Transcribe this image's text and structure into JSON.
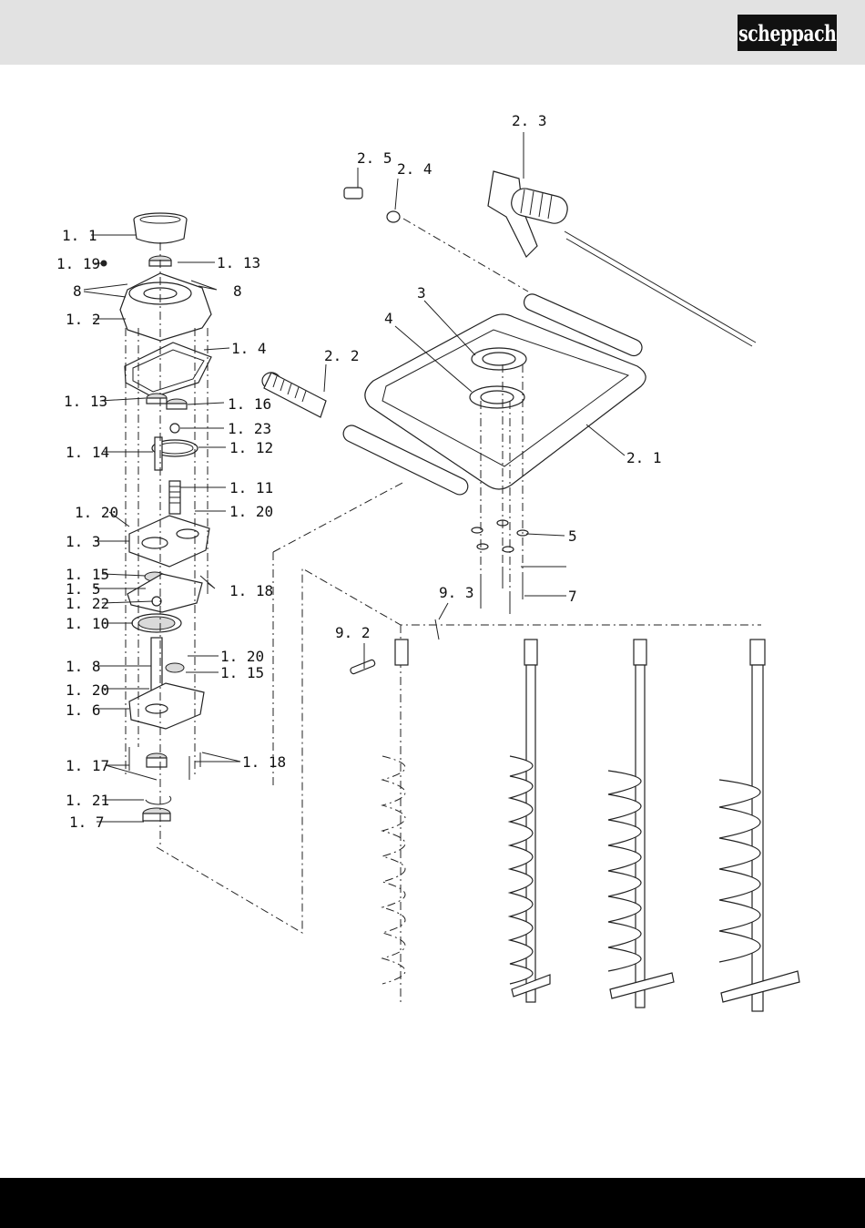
{
  "brand": {
    "logo_text": "scheppach"
  },
  "callouts": {
    "c1_1": "1. 1",
    "c1_19": "1. 19",
    "c1_13a": "1. 13",
    "c8a": "8",
    "c8b": "8",
    "c1_2": "1. 2",
    "c1_4": "1. 4",
    "c1_13b": "1. 13",
    "c1_16": "1. 16",
    "c1_23": "1. 23",
    "c1_14": "1. 14",
    "c1_12": "1. 12",
    "c1_11": "1. 11",
    "c1_20a": "1. 20",
    "c1_20b": "1. 20",
    "c1_3": "1. 3",
    "c1_15a": "1. 15",
    "c1_5": "1. 5",
    "c1_18a": "1. 18",
    "c1_22": "1. 22",
    "c1_10": "1. 10",
    "c1_20c": "1. 20",
    "c1_8": "1. 8",
    "c1_15b": "1. 15",
    "c1_20d": "1. 20",
    "c1_6": "1. 6",
    "c1_17": "1. 17",
    "c1_18b": "1. 18",
    "c1_21": "1. 21",
    "c1_7": "1. 7",
    "c2_3": "2. 3",
    "c2_5": "2. 5",
    "c2_4": "2. 4",
    "c3": "3",
    "c4": "4",
    "c2_2": "2. 2",
    "c2_1": "2. 1",
    "c5": "5",
    "c7": "7",
    "c9_3": "9. 3",
    "c9_2": "9. 2"
  }
}
